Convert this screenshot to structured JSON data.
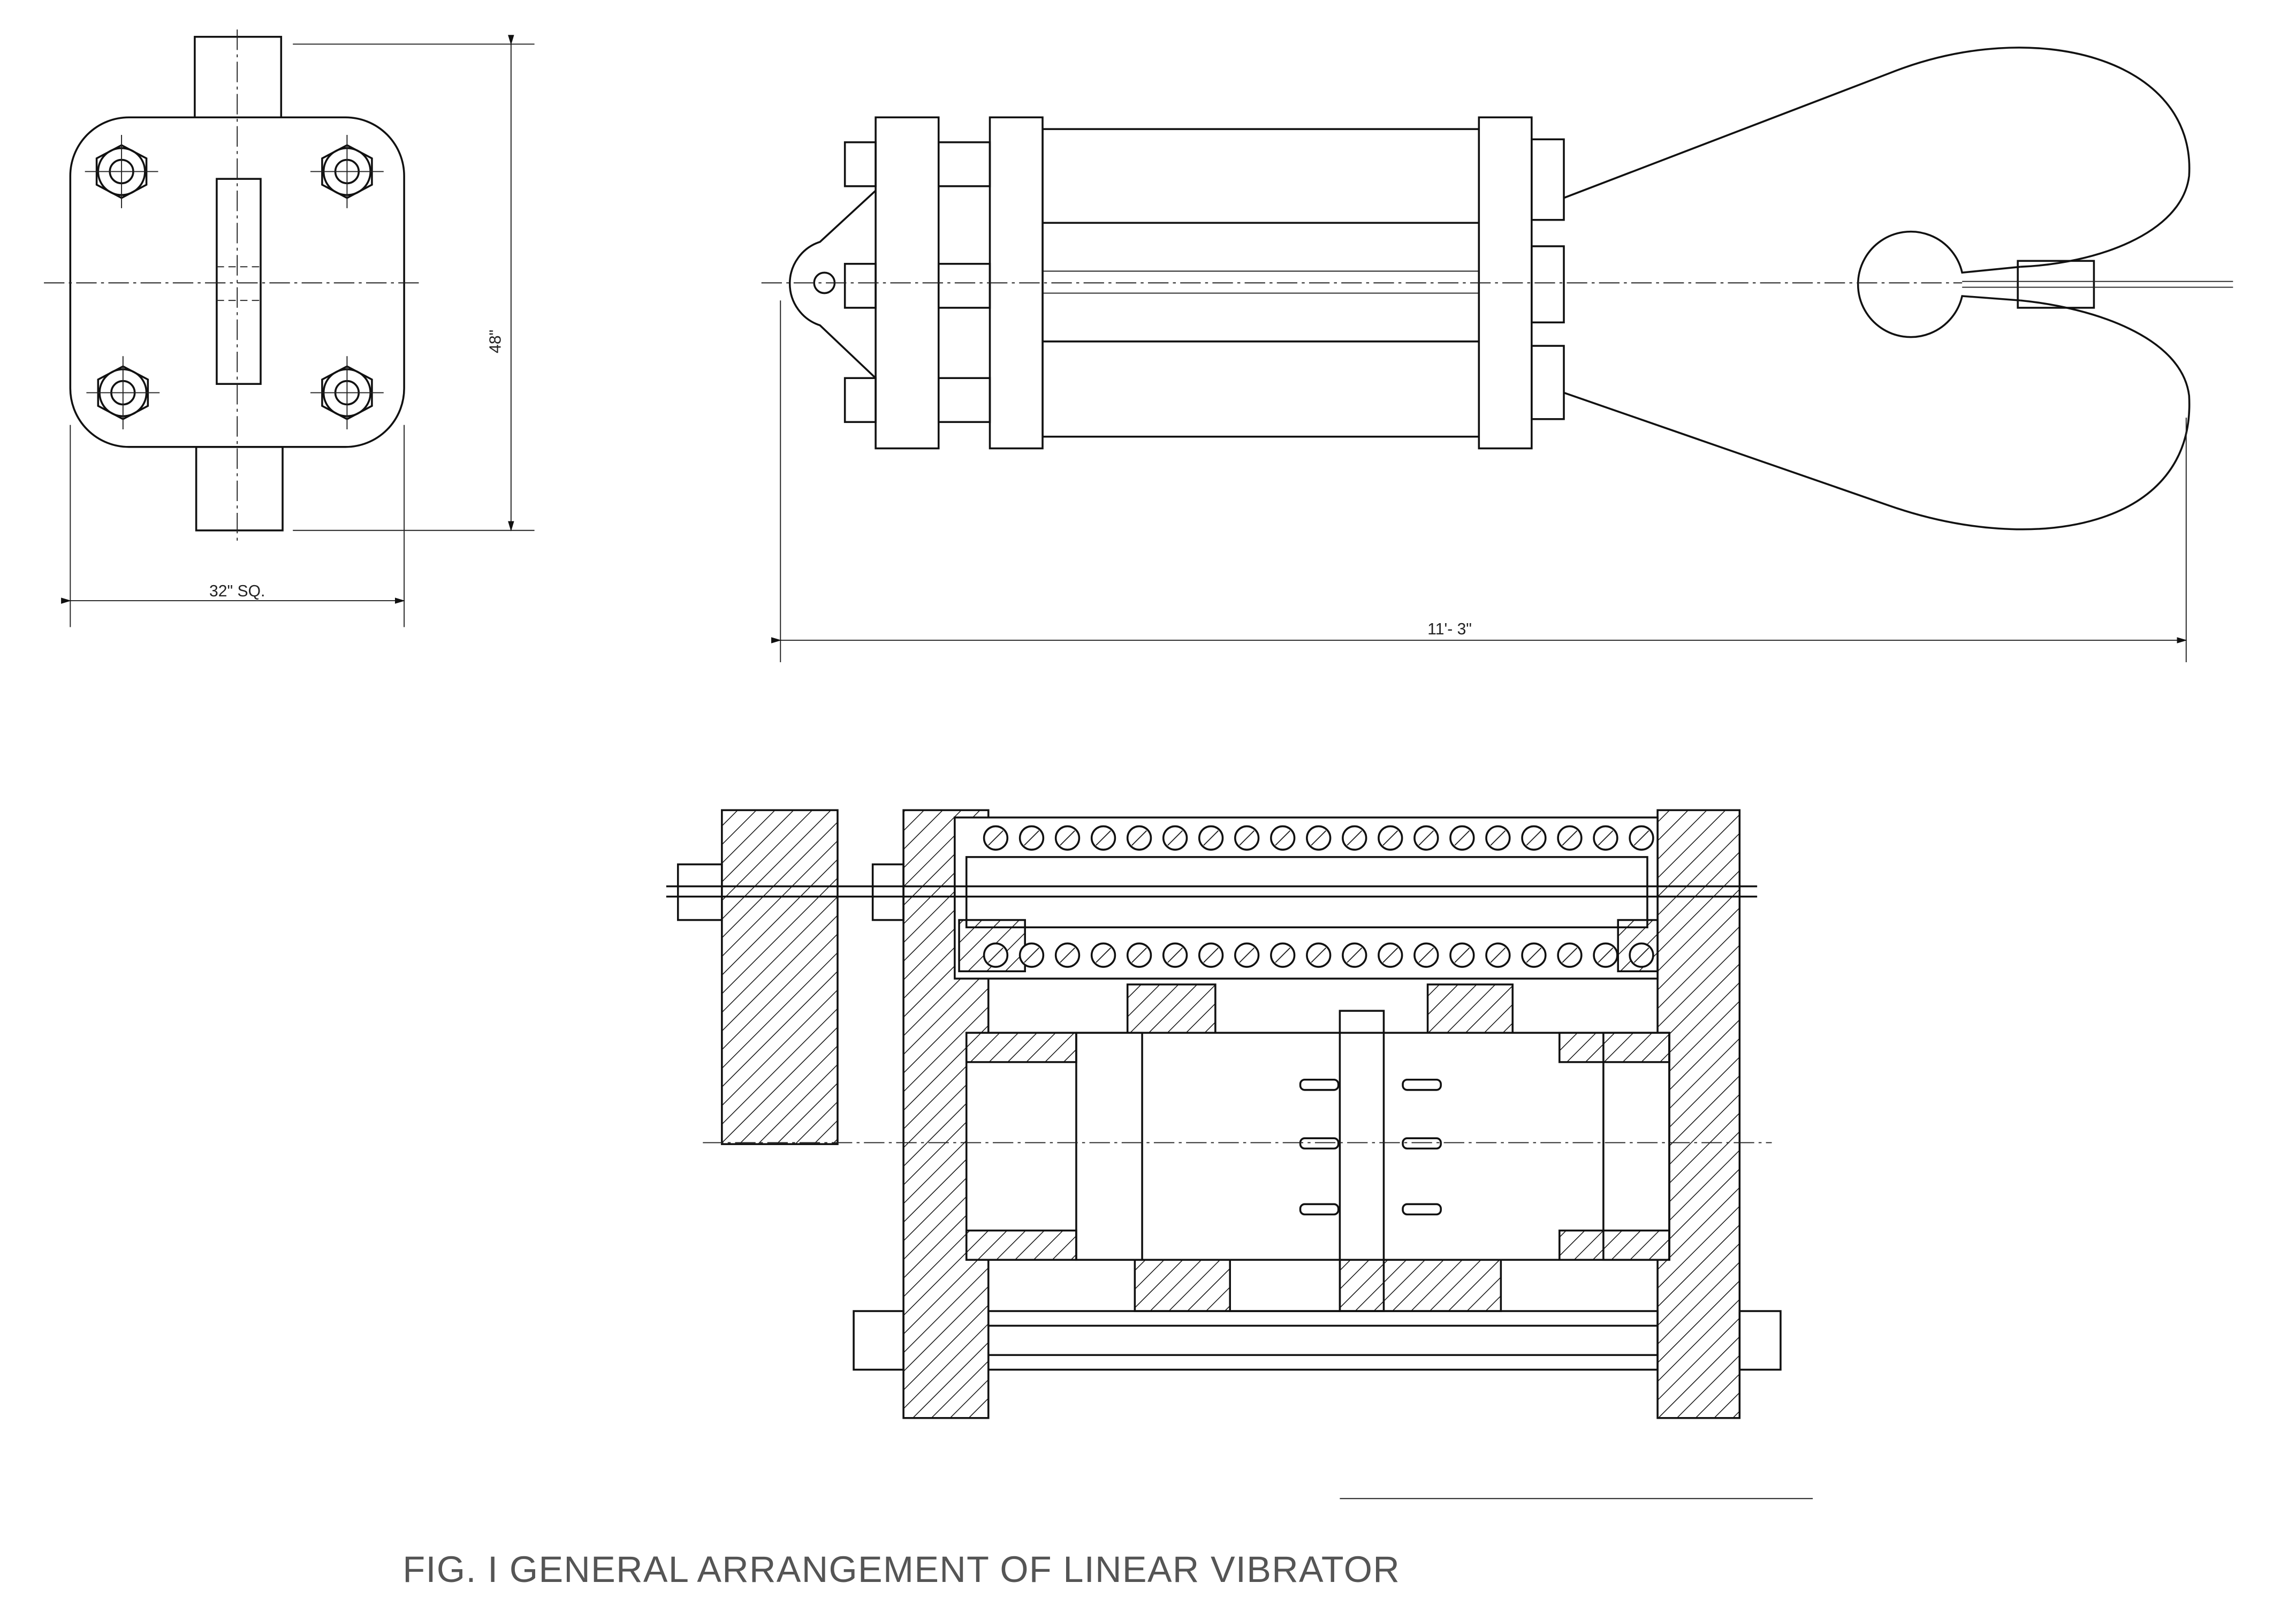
{
  "drawing": {
    "caption": "FIG. I  GENERAL ARRANGEMENT OF LINEAR VIBRATOR",
    "end_view": {
      "width_dimension": "32\" SQ.",
      "height_dimension": "48\""
    },
    "side_view": {
      "length_dimension": "11'- 3\""
    }
  }
}
